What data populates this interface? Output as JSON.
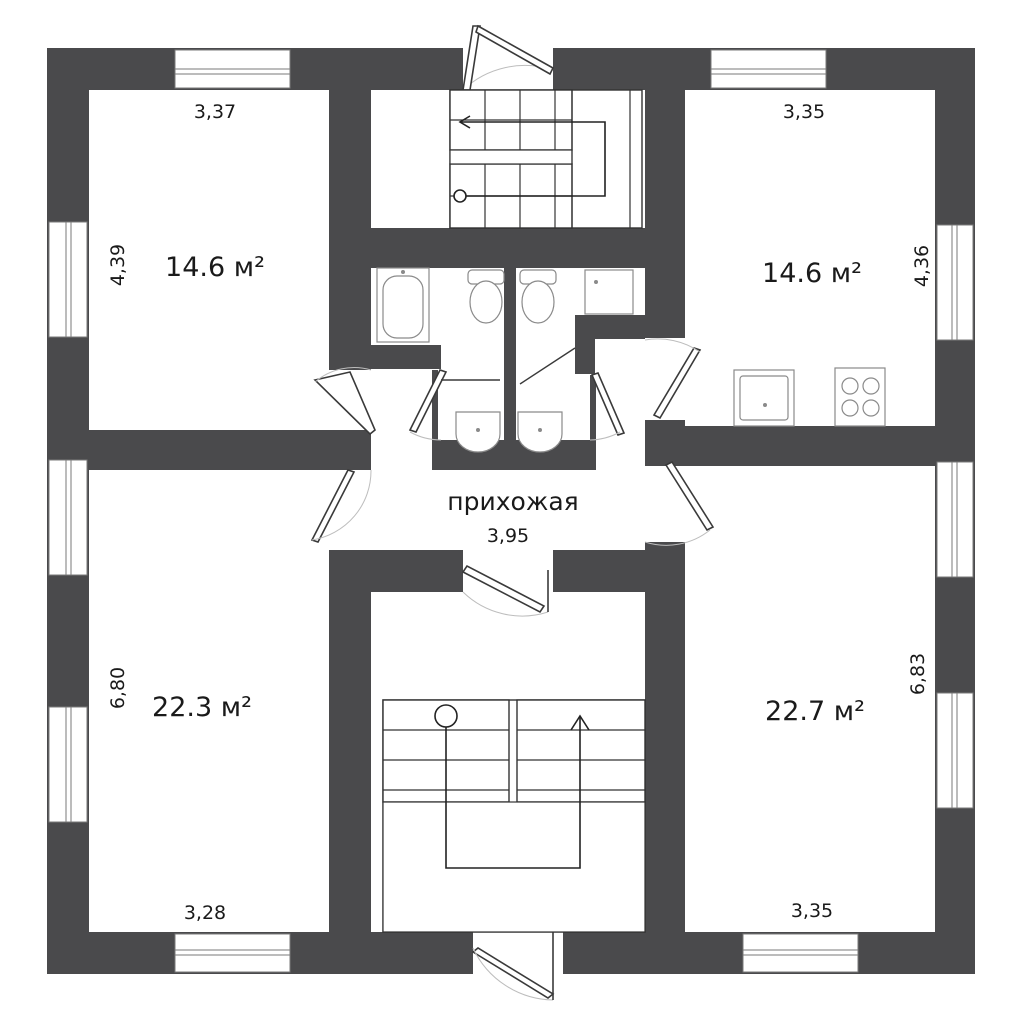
{
  "rooms": {
    "top_left": {
      "area": "14.6 м²",
      "width": "3,37",
      "height": "4,39"
    },
    "top_right": {
      "area": "14.6 м²",
      "width": "3,35",
      "height": "4,36"
    },
    "bottom_left": {
      "area": "22.3 м²",
      "width": "3,28",
      "height": "6,80"
    },
    "bottom_right": {
      "area": "22.7 м²",
      "width": "3,35",
      "height": "6,83"
    },
    "hallway": {
      "name": "прихожая",
      "width": "3,95"
    }
  },
  "colors": {
    "wall": "#4a4a4c",
    "background": "#ffffff"
  },
  "icons": [
    "stair-arrow-icon",
    "stair-start-circle-icon",
    "bathtub-icon",
    "toilet-icon",
    "sink-icon",
    "shower-tray-icon",
    "stove-icon"
  ]
}
